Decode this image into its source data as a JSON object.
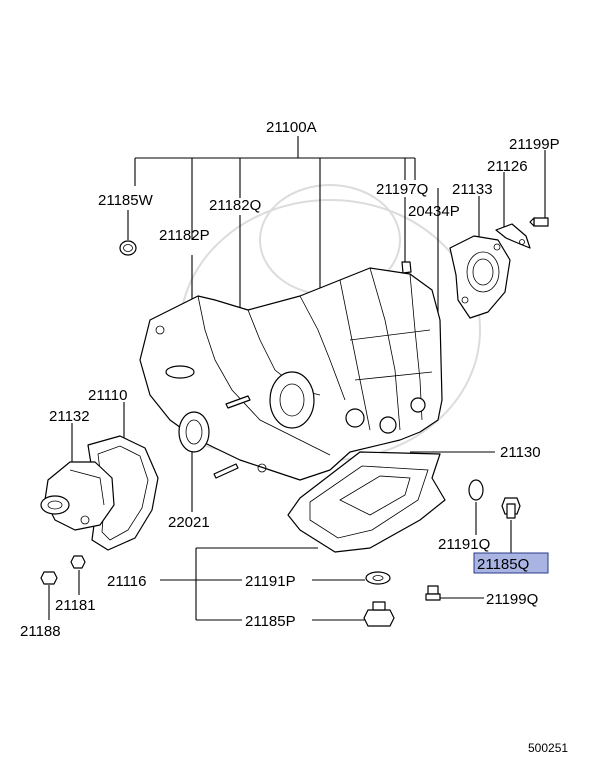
{
  "labels": {
    "p21100A": "21100A",
    "p21199P": "21199P",
    "p21126": "21126",
    "p21185W": "21185W",
    "p21197Q": "21197Q",
    "p21133": "21133",
    "p21182Q": "21182Q",
    "p20434P": "20434P",
    "p21182P": "21182P",
    "p21110": "21110",
    "p21132": "21132",
    "p21130": "21130",
    "p22021": "22021",
    "p21191Q": "21191Q",
    "p21185Q": "21185Q",
    "p21116": "21116",
    "p21191P": "21191P",
    "p21181": "21181",
    "p21199Q": "21199Q",
    "p21188": "21188",
    "p21185P": "21185P",
    "diagram_number": "500251"
  },
  "highlight_color": "#a9b4e3"
}
